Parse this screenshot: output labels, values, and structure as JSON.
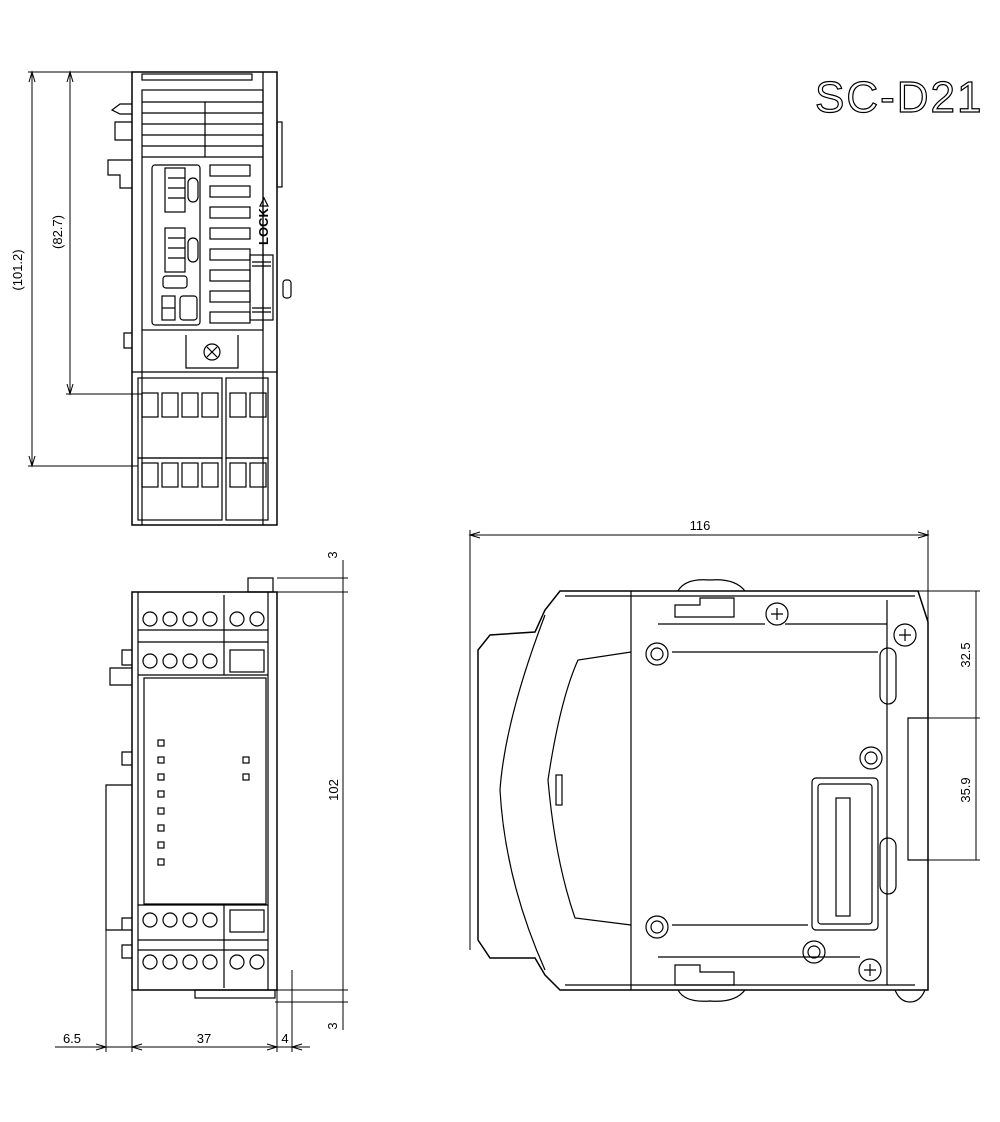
{
  "title": "SC-D21",
  "top_view": {
    "dim_overall_height": "(101.2)",
    "dim_terminal_height": "(82.7)",
    "lock_label": "LOCK"
  },
  "front_view": {
    "dim_height": "102",
    "dim_top_offset": "3",
    "dim_bottom_offset": "3",
    "dim_left_protrusion": "6.5",
    "dim_width": "37",
    "dim_right_protrusion": "4"
  },
  "side_view": {
    "dim_depth": "116",
    "dim_upper_to_rail": "32.5",
    "dim_rail": "35.9"
  }
}
